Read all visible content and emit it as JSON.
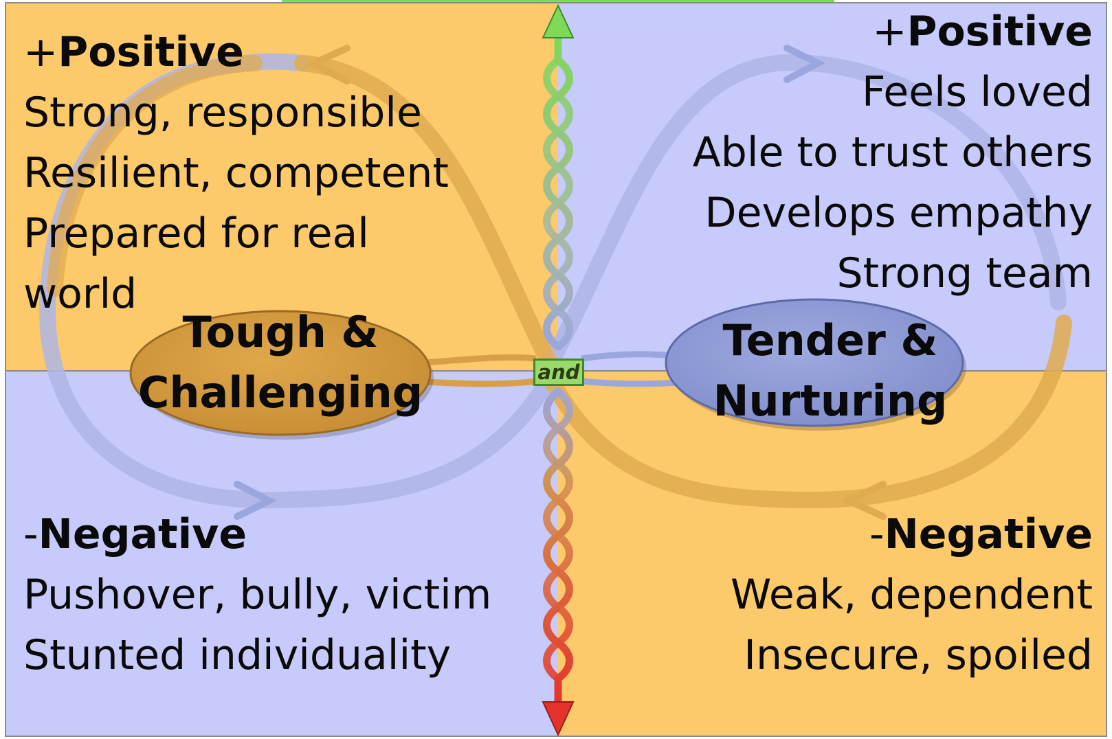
{
  "colors": {
    "orange_quadrant": "#fcc96b",
    "blue_quadrant": "#c6cbfb",
    "orange_oval": "#d49a3d",
    "blue_oval": "#8f9bd6",
    "green_arrow": "#7ed957",
    "red_arrow": "#e4332b"
  },
  "top_left": {
    "sign": "+",
    "heading": "Positive",
    "lines": [
      "Strong, responsible",
      "Resilient, competent",
      "Prepared for real",
      "world"
    ]
  },
  "top_right": {
    "sign": "+",
    "heading": "Positive",
    "lines": [
      "Feels loved",
      "Able to trust others",
      "Develops empathy",
      "Strong team"
    ]
  },
  "bottom_left": {
    "sign": "-",
    "heading": "Negative",
    "lines": [
      "Pushover, bully, victim",
      "Stunted individuality"
    ]
  },
  "bottom_right": {
    "sign": "-",
    "heading": "Negative",
    "lines": [
      "Weak, dependent",
      "Insecure, spoiled"
    ]
  },
  "left_oval": {
    "lines": [
      "Tough &",
      "Challenging"
    ]
  },
  "right_oval": {
    "lines": [
      "Tender &",
      "Nurturing"
    ]
  },
  "connector_label": "and",
  "icons": {
    "up_arrow": "green-up-arrow-icon",
    "down_arrow": "red-down-arrow-icon"
  }
}
